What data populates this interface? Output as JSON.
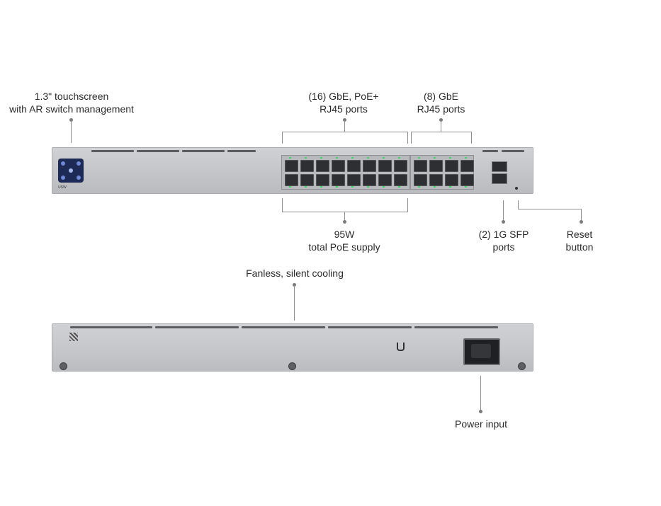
{
  "callouts": {
    "touchscreen": {
      "line1": "1.3\" touchscreen",
      "line2": "with AR switch management"
    },
    "poe_ports": {
      "line1": "(16) GbE, PoE+",
      "line2": "RJ45 ports"
    },
    "gbe_ports": {
      "line1": "(8) GbE",
      "line2": "RJ45 ports"
    },
    "poe_supply": {
      "line1": "95W",
      "line2": "total PoE supply"
    },
    "sfp_ports": {
      "line1": "(2) 1G SFP",
      "line2": "ports"
    },
    "reset_button": {
      "line1": "Reset",
      "line2": "button"
    },
    "cooling": {
      "line1": "Fanless, silent cooling"
    },
    "power": {
      "line1": "Power input"
    }
  },
  "front_panel": {
    "model_mark": "USW"
  },
  "colors": {
    "chassis": "#c4c6c9",
    "screen": "#1c2a55",
    "port_led": "#3ad66a",
    "callout_line": "#8f8f8f"
  }
}
